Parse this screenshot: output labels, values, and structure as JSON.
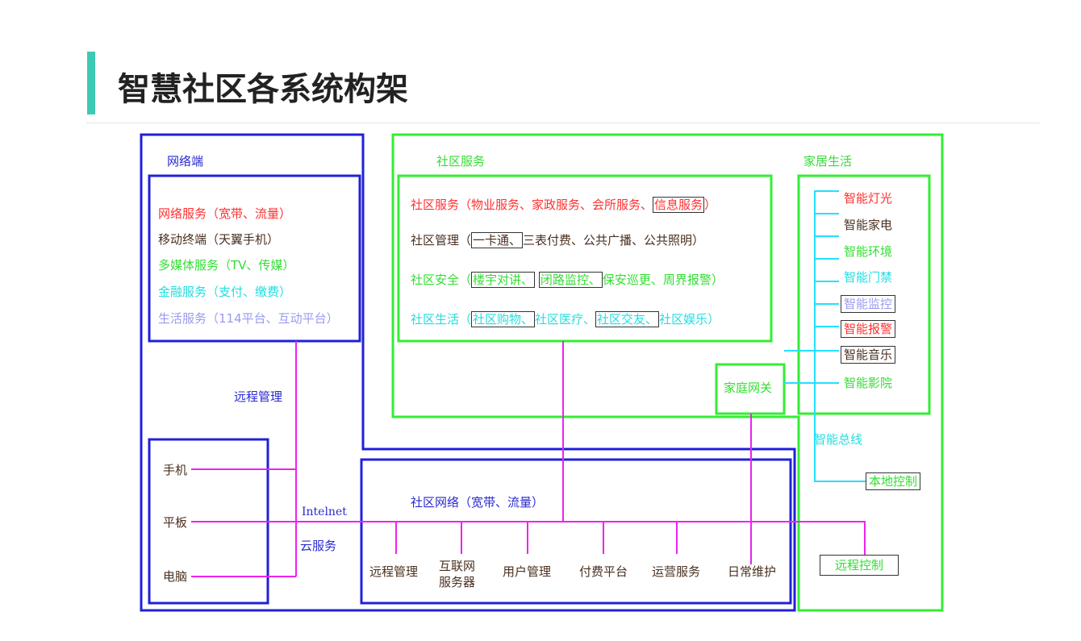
{
  "title": "智慧社区各系统构架",
  "network_side": {
    "label": "网络端",
    "items": [
      "网络服务（宽带、流量）",
      "移动终端（天翼手机）",
      "多媒体服务（TV、传媒）",
      "金融服务（支付、缴费）",
      "生活服务（114平台、互动平台）"
    ]
  },
  "remote_mgmt": "远程管理",
  "devices": [
    "手机",
    "平板",
    "电脑"
  ],
  "internet": "Intelnet",
  "cloud": "云服务",
  "community_service": {
    "label": "社区服务",
    "row1": {
      "prefix": "社区服务（物业服务、家政服务、会所服务、",
      "boxed": "信息服务",
      "suffix": "）"
    },
    "row2": {
      "prefix": "社区管理（",
      "boxed": "一卡通、",
      "suffix": "三表付费、公共广播、公共照明）"
    },
    "row3": {
      "prefix": "社区安全（",
      "boxed1": "楼宇对讲、",
      "boxed2": "闭路监控、",
      "suffix": "保安巡更、周界报警）"
    },
    "row4": {
      "prefix": "社区生活（",
      "boxed1": "社区购物、",
      "mid": "社区医疗、",
      "boxed2": "社区交友、",
      "suffix": "社区娱乐）"
    }
  },
  "home": {
    "label": "家居生活",
    "items": [
      "智能灯光",
      "智能家电",
      "智能环境",
      "智能门禁",
      "智能监控",
      "智能报警",
      "智能音乐",
      "智能影院"
    ],
    "gateway": "家庭网关",
    "bus": "智能总线",
    "local": "本地控制",
    "remote": "远程控制"
  },
  "community_net": {
    "label": "社区网络（宽带、流量）",
    "nodes": [
      "远程管理",
      "互联网\n服务器",
      "用户管理",
      "付费平台",
      "运营服务",
      "日常维护"
    ]
  },
  "colors": {
    "blue": "#2020d8",
    "green": "#33ee33",
    "magenta": "#ee22ee",
    "cyan": "#22e0ff",
    "accent": "#3ec9b4"
  }
}
